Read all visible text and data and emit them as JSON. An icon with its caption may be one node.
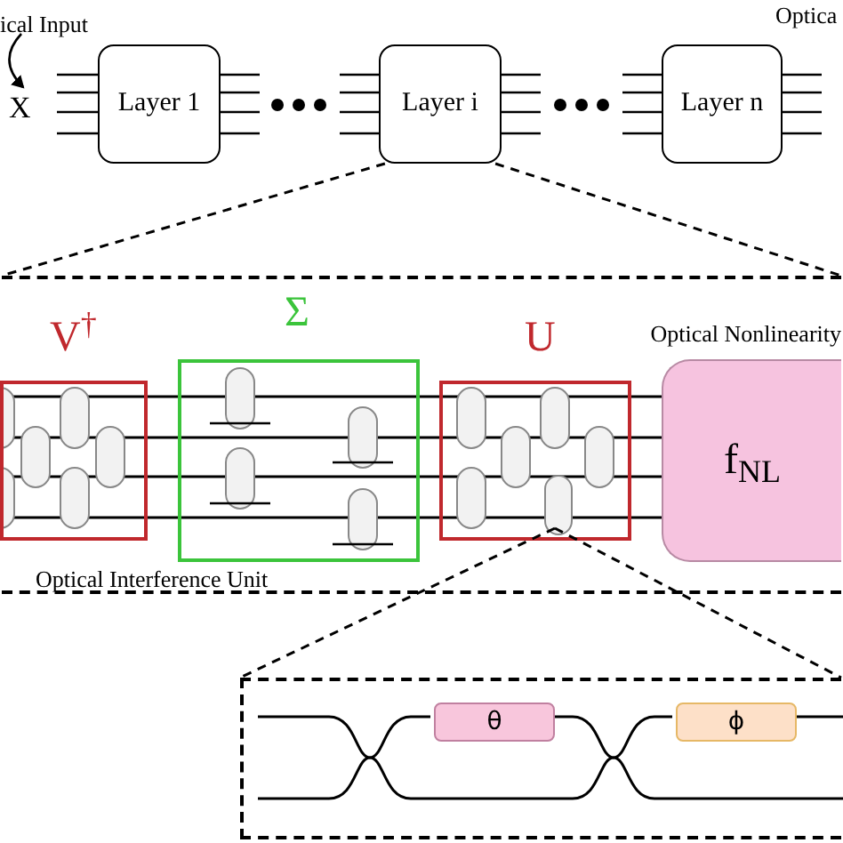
{
  "diagram": {
    "nodes": [
      {
        "text": [
          "ical Input"
        ]
      },
      {
        "text": [
          "X"
        ]
      },
      {
        "text": [
          "Layer 1"
        ]
      },
      {
        "text": [
          "Layer i"
        ]
      },
      {
        "text": [
          "Layer n"
        ]
      },
      {
        "text": [],
        "shape": "box"
      },
      {
        "text": [
          "V$^{†}$"
        ],
        "in": 5
      },
      {
        "text": [
          "Σ"
        ],
        "in": 5
      },
      {
        "text": [
          "U"
        ],
        "in": 5
      },
      {
        "text": [
          "f$_{NL}$"
        ],
        "in": 5,
        "beside": [
          "Optical Nonlinearity"
        ]
      },
      {
        "text": [],
        "shape": "box"
      },
      {
        "text": [
          "θ"
        ],
        "in": 10
      },
      {
        "text": [
          "ϕ"
        ],
        "in": 10
      },
      {
        "text": [],
        "shape": "box",
        "in": 8
      }
    ],
    "edges": [
      {
        "from": 0,
        "to": 1,
        "arrow": "to"
      },
      {
        "from": 3,
        "to": 5,
        "arrow": "none",
        "style": "dashed"
      },
      {
        "from": 3,
        "to": 5,
        "arrow": "none",
        "style": "dashed"
      },
      {
        "from": 13,
        "to": 10,
        "arrow": "none",
        "style": "dashed"
      },
      {
        "from": 13,
        "to": 10,
        "arrow": "none",
        "style": "dashed"
      }
    ],
    "labels": [
      "Optica",
      "Optical Interference Unit"
    ]
  }
}
